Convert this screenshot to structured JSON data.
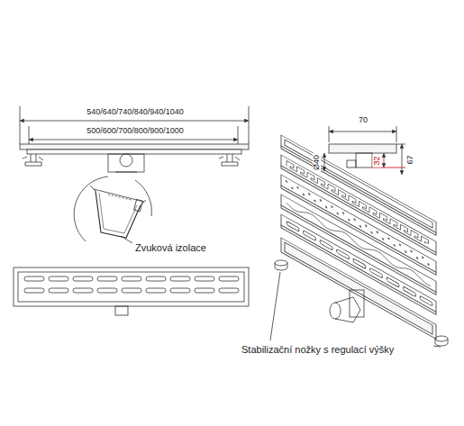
{
  "diagram": {
    "labels": [
      "540/640/740/840/940/1040",
      "500/600/700/800/900/1000",
      "Zvuková izolace",
      "70",
      "Ø40",
      "32",
      "67",
      "Stabilizační nožky s regulací výšky"
    ]
  }
}
